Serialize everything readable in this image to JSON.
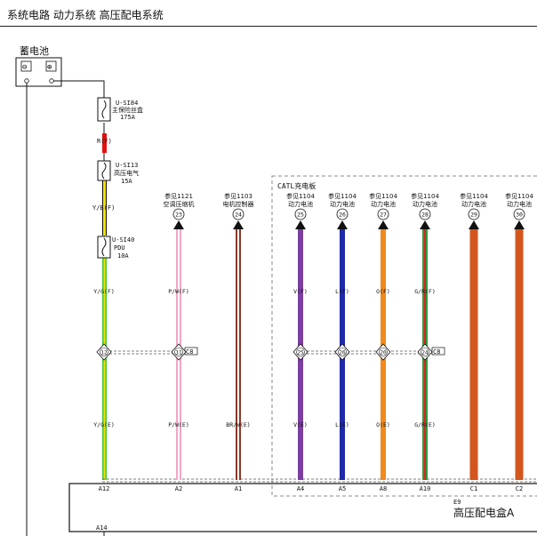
{
  "header": {
    "title": "系统电路  动力系统  高压配电系统"
  },
  "battery": {
    "label": "蓄电池",
    "neg": "⊖",
    "pos": "⊕"
  },
  "fuses": [
    {
      "id": "U-SI84",
      "name": "主保险丝盒",
      "rating": "175A"
    },
    {
      "id": "U-SI13",
      "name": "高压电气",
      "rating": "15A"
    },
    {
      "id": "U-SI40",
      "name": "PDU",
      "rating": "10A"
    }
  ],
  "fuse_wire_labels": [
    "R(F)",
    "Y/B(F)"
  ],
  "group_box_label": "CATL充电板",
  "columns": [
    {
      "ref1": "",
      "ref2": "",
      "circle": "",
      "color_top": "Y/G(F)",
      "diamond": "12",
      "color_bottom": "Y/G(E)",
      "pin": "A12",
      "wire": "#3fc63f",
      "stripe": "#e8e800"
    },
    {
      "ref1": "参见1121",
      "ref2": "空调压缩机",
      "circle": "23",
      "color_top": "P/W(F)",
      "diamond": "11",
      "color_bottom": "P/W(E)",
      "pin": "A2",
      "wire": "#f2a6c6",
      "stripe": "#ffffff"
    },
    {
      "ref1": "参见1103",
      "ref2": "电机控制器",
      "circle": "24",
      "color_top": "",
      "diamond": "",
      "color_bottom": "BR/W(E)",
      "pin": "A1",
      "wire": "#8b3a2a",
      "stripe": "#ffffff"
    },
    {
      "ref1": "参见1104",
      "ref2": "动力电池",
      "circle": "25",
      "color_top": "V(F)",
      "diamond": "25",
      "color_bottom": "V(E)",
      "pin": "A4",
      "wire": "#7a3fa0",
      "stripe": ""
    },
    {
      "ref1": "参见1104",
      "ref2": "动力电池",
      "circle": "26",
      "color_top": "L(F)",
      "diamond": "26",
      "color_bottom": "L(E)",
      "pin": "A5",
      "wire": "#1f2aa8",
      "stripe": ""
    },
    {
      "ref1": "参见1104",
      "ref2": "动力电池",
      "circle": "27",
      "color_top": "O(F)",
      "diamond": "20",
      "color_bottom": "O(E)",
      "pin": "A8",
      "wire": "#f08a1c",
      "stripe": ""
    },
    {
      "ref1": "参见1104",
      "ref2": "动力电池",
      "circle": "28",
      "color_top": "G/R(F)",
      "diamond": "24",
      "color_bottom": "G/R(E)",
      "pin": "A10",
      "wire": "#2e9a3e",
      "stripe": "#d22"
    },
    {
      "ref1": "参见1104",
      "ref2": "动力电池",
      "circle": "29",
      "color_top": "",
      "diamond": "",
      "color_bottom": "",
      "pin": "C1",
      "wire": "#d2561e",
      "stripe": ""
    },
    {
      "ref1": "参见1104",
      "ref2": "动力电池",
      "circle": "30",
      "color_top": "",
      "diamond": "",
      "color_bottom": "",
      "pin": "C2",
      "wire": "#d2561e",
      "stripe": ""
    }
  ],
  "connector_tags": [
    "C8",
    "C8"
  ],
  "box": {
    "connector": "E9",
    "name": "高压配电盒A",
    "extra_pin": "A14"
  },
  "colors": {
    "red": "#e01010",
    "yellow": "#f0e000",
    "green": "#3fc63f",
    "dashed": "#888888"
  }
}
